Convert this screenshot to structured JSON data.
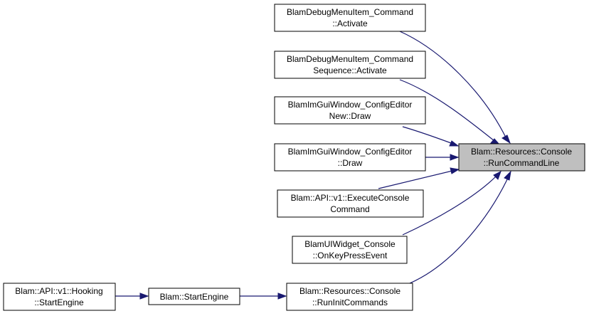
{
  "colors": {
    "edge": "#191970",
    "node_fill": "#ffffff",
    "highlight_fill": "#bfbfbf",
    "border": "#000000"
  },
  "nodes": [
    {
      "id": "target",
      "lines": [
        "Blam::Resources::Console",
        "::RunCommandLine"
      ]
    },
    {
      "id": "dbg-activate",
      "lines": [
        "BlamDebugMenuItem_Command",
        "::Activate"
      ]
    },
    {
      "id": "dbg-seq-activate",
      "lines": [
        "BlamDebugMenuItem_Command",
        "Sequence::Activate"
      ]
    },
    {
      "id": "imgui-new-draw",
      "lines": [
        "BlamImGuiWindow_ConfigEditor",
        "New::Draw"
      ]
    },
    {
      "id": "imgui-draw",
      "lines": [
        "BlamImGuiWindow_ConfigEditor",
        "::Draw"
      ]
    },
    {
      "id": "api-exec",
      "lines": [
        "Blam::API::v1::ExecuteConsole",
        "Command"
      ]
    },
    {
      "id": "ui-console",
      "lines": [
        "BlamUIWidget_Console",
        "::OnKeyPressEvent"
      ]
    },
    {
      "id": "run-init",
      "lines": [
        "Blam::Resources::Console",
        "::RunInitCommands"
      ]
    },
    {
      "id": "start-engine",
      "lines": [
        "Blam::StartEngine"
      ]
    },
    {
      "id": "hook-start",
      "lines": [
        "Blam::API::v1::Hooking",
        "::StartEngine"
      ]
    }
  ]
}
